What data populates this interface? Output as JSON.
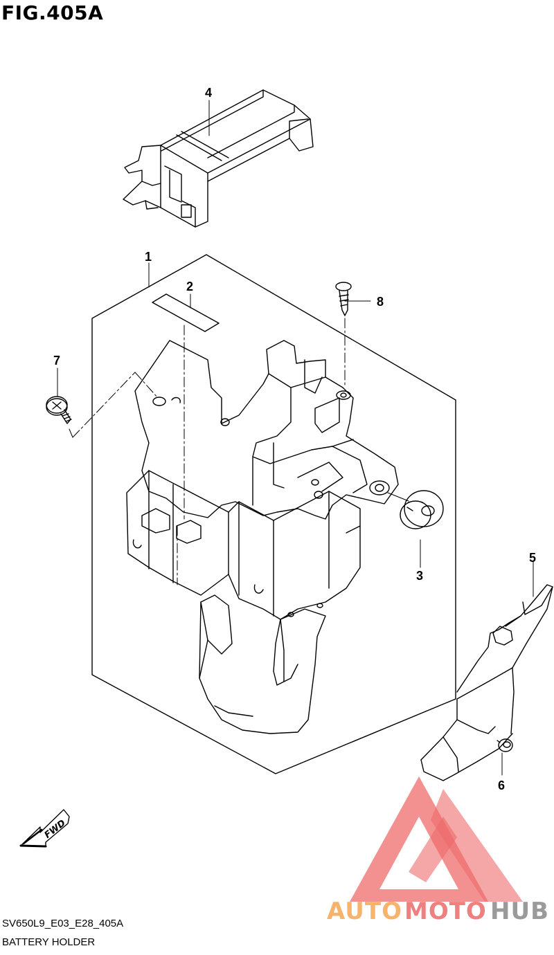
{
  "figure": {
    "title": "FIG.405A",
    "code": "SV650L9_E03_E28_405A",
    "name": "BATTERY HOLDER"
  },
  "callouts": [
    "1",
    "2",
    "3",
    "4",
    "5",
    "6",
    "7",
    "8"
  ],
  "fwd_label": "FWD",
  "watermark": {
    "auto": "AUTO",
    "moto": "MOTO",
    "hub": "HUB",
    "colors": {
      "triangle": "#ef6b6b",
      "auto": "#f7b36b",
      "moto": "#ef8080",
      "hub": "#9a9a9a"
    }
  }
}
